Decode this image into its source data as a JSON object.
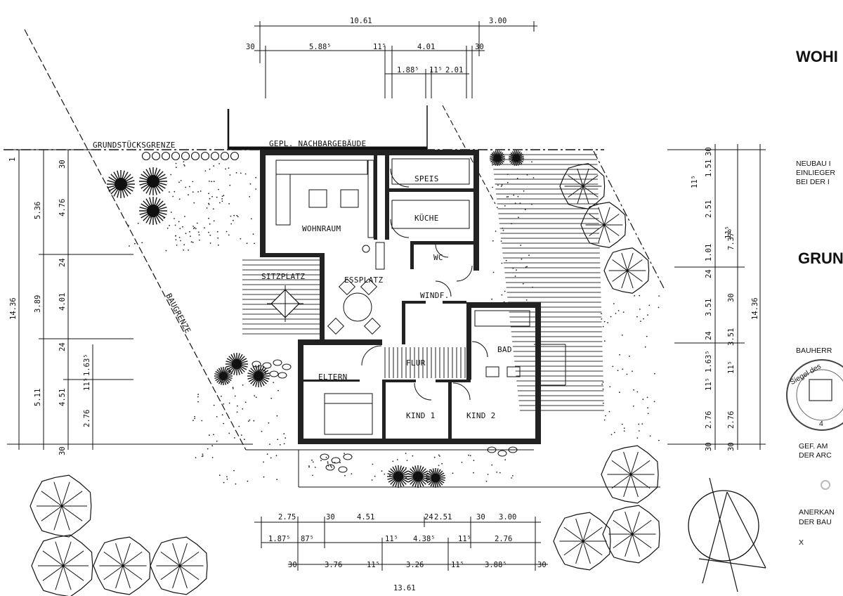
{
  "rooms": {
    "wohnraum": "WOHNRAUM",
    "speis": "SPEIS",
    "kueche": "KÜCHE",
    "wc": "WC",
    "essplatz": "ESSPLATZ",
    "windf": "WINDF.",
    "sitzplatz": "SITZPLATZ",
    "bad": "BAD",
    "flur": "FLUR",
    "eltern": "ELTERN",
    "kind1": "KIND 1",
    "kind2": "KIND 2"
  },
  "site": {
    "grundstuecksgrenze": "GRUNDSTÜCKSGRENZE",
    "nachbar": "GEPL. NACHBARGEBÄUDE",
    "baugrenze": "BAUGRENZE"
  },
  "sidebar": {
    "title": "WOHI",
    "desc1": "NEUBAU I",
    "desc2": "EINLIEGER",
    "desc3": "BEI DER I",
    "section": "GRUN",
    "bauherr": "BAUHERR",
    "gef1": "GEF. AM",
    "gef2": "DER ARC",
    "anerk1": "ANERKAN",
    "anerk2": "DER BAU",
    "mark": "X",
    "stamp_text": "Siegel des",
    "stamp_num": "4"
  },
  "dims_top": {
    "total": "10.61",
    "right": "3.00",
    "a": "30",
    "b": "5.88⁵",
    "c": "11⁵",
    "d": "4.01",
    "e": "30",
    "f": "1.88⁵",
    "g": "11⁵",
    "h": "2.01"
  },
  "dims_bottom": {
    "r1": [
      "2.75",
      "30",
      "4.51",
      "24",
      "2.51",
      "30",
      "3.00"
    ],
    "r2": [
      "1.87⁵",
      "87⁵",
      "11⁵",
      "4.38⁵",
      "11⁵",
      "2.76"
    ],
    "r3": [
      "30",
      "3.76",
      "11⁵",
      "3.26",
      "11⁵",
      "3.88⁵",
      "30"
    ],
    "total": "13.61"
  },
  "dims_left": {
    "total": "14.36",
    "a": [
      "5.36",
      "3.89",
      "5.11"
    ],
    "b": [
      "30",
      "4.76",
      "24",
      "4.01",
      "24",
      "4.51",
      "30"
    ],
    "c": [
      "1.63⁵",
      "11⁵",
      "2.76"
    ],
    "top1": "1"
  },
  "dims_right": {
    "total": "14.36",
    "a": [
      "30",
      "1.51",
      "2.51",
      "1.01",
      "24",
      "3.51",
      "24",
      "1.63⁵",
      "11⁵",
      "2.76",
      "30"
    ],
    "b": [
      "11⁵",
      "11⁵",
      "7.37⁵",
      "30",
      "3.51",
      "11⁵",
      "2.76",
      "30"
    ]
  }
}
